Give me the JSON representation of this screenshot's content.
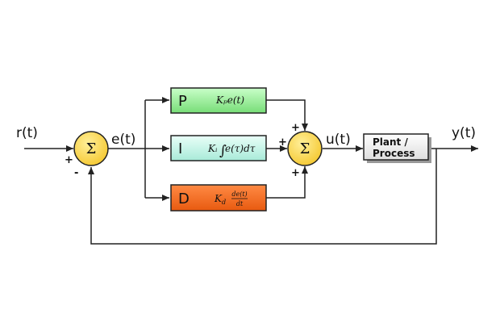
{
  "signals": {
    "reference": "r(t)",
    "error": "e(t)",
    "control": "u(t)",
    "output": "y(t)"
  },
  "sum1": {
    "symbol": "Σ",
    "plus": "+",
    "minus": "-"
  },
  "sum2": {
    "symbol": "Σ",
    "plus_top": "+",
    "plus_left": "+",
    "plus_bottom": "+"
  },
  "blocks": {
    "p": {
      "letter": "P",
      "formula": "Kₚe(t)",
      "color": "#99ff99"
    },
    "i": {
      "letter": "I",
      "formula_integral": "∫",
      "formula_body": "e(τ)dτ",
      "formula_gain": "Kᵢ",
      "color": "#ccffee"
    },
    "d": {
      "letter": "D",
      "formula_gain": "K",
      "formula_sub": "d",
      "formula_num": "de(t)",
      "formula_den": "dt",
      "color": "#ff6622"
    }
  },
  "plant": {
    "line1": "Plant /",
    "line2": "Process"
  },
  "colors": {
    "sum_fill": "#ffdd55",
    "line": "#222222"
  }
}
